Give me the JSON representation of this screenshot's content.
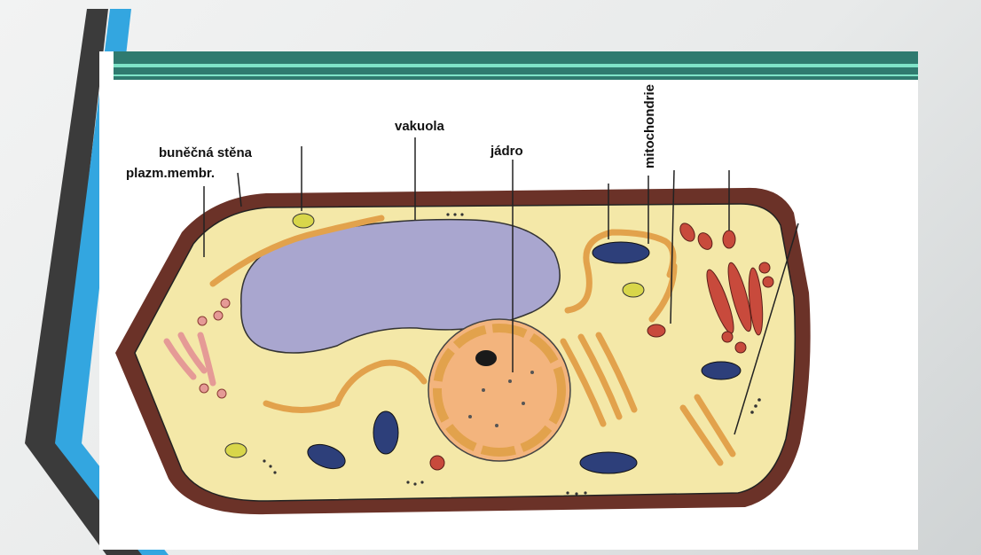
{
  "slide": {
    "theme_colors": {
      "accent_teal": "#2f7a6f",
      "accent_cyan": "#7fe3c8",
      "accent_blue": "#33a6e0",
      "accent_dark": "#3a3a3a"
    }
  },
  "diagram": {
    "labels": {
      "cell_wall": "buněčná stěna",
      "plasma_membrane": "plazm.membr.",
      "vacuole": "vakuola",
      "nucleus": "jádro",
      "mitochondria": "mitochondrie"
    },
    "colors": {
      "wall": "#6b3228",
      "cytoplasm": "#f4e8a8",
      "vacuole": "#a9a6cf",
      "nucleus": "#f3b47d",
      "er": "#e2a24c",
      "chloroplast": "#c84a3c",
      "dark_organelle": "#2d3f7a",
      "yellow_organelle": "#d8d64a"
    }
  }
}
